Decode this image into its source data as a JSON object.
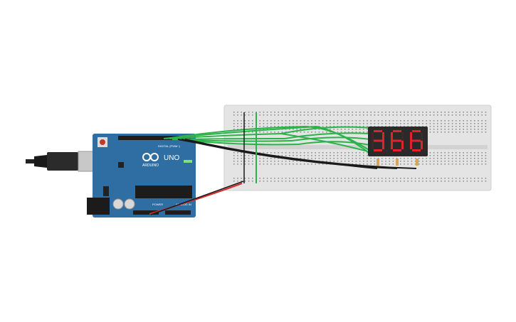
{
  "scene": {
    "board": {
      "logo_text": "ARDUINO",
      "model_text": "UNO",
      "digital_header_text": "DIGITAL (PWM~)",
      "power_label": "POWER",
      "analog_label": "ANALOG IN",
      "board_color": "#2f6ea3",
      "header_color": "#1e1e1e"
    },
    "display": {
      "digits": [
        "3",
        "6",
        "6"
      ],
      "segment_on_color": "#e0232a",
      "segment_off_color": "#3a2a2a",
      "body_color": "#2a2a2a"
    },
    "colors": {
      "breadboard": "#dcdcdc",
      "wire_green": "#2bb34a",
      "wire_black": "#1a1a1a",
      "wire_red": "#d42a2a",
      "rail_red": "#d42a2a",
      "rail_black": "#222222",
      "resistor_body": "#d9a55c"
    }
  }
}
